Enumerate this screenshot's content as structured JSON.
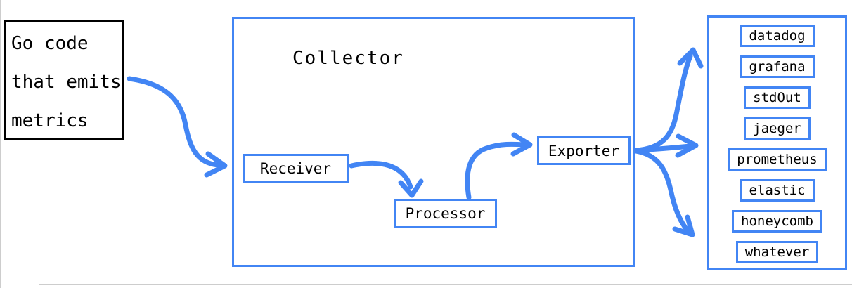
{
  "colors": {
    "accent": "#4285F4",
    "ink": "#000000",
    "page_edge": "#cdcdcd"
  },
  "source_box": {
    "lines": [
      "Go code",
      "that emits",
      "metrics"
    ]
  },
  "collector": {
    "title": "Collector",
    "nodes": {
      "receiver": "Receiver",
      "processor": "Processor",
      "exporter": "Exporter"
    }
  },
  "destinations": [
    "datadog",
    "grafana",
    "stdOut",
    "jaeger",
    "prometheus",
    "elastic",
    "honeycomb",
    "whatever"
  ],
  "edges": [
    {
      "from": "source",
      "to": "collector"
    },
    {
      "from": "receiver",
      "to": "processor"
    },
    {
      "from": "processor",
      "to": "exporter"
    },
    {
      "from": "exporter",
      "to": "destinations-top"
    },
    {
      "from": "exporter",
      "to": "destinations-middle"
    },
    {
      "from": "exporter",
      "to": "destinations-bottom"
    }
  ]
}
